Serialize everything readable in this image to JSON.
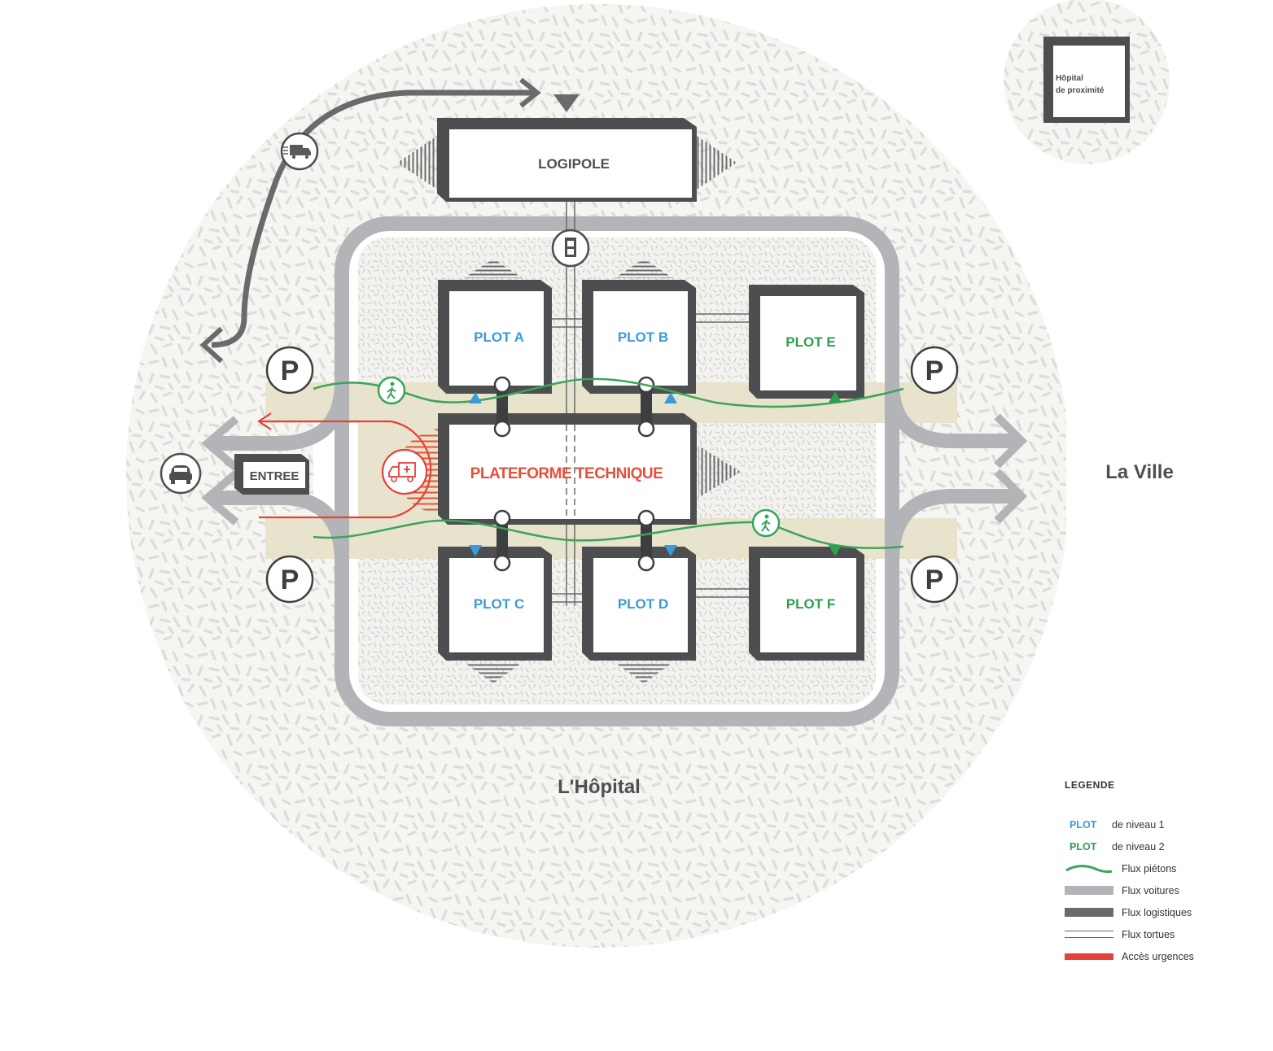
{
  "colors": {
    "level1_blue": "#3a9bd8",
    "level2_green": "#2e9e4f",
    "technical_red": "#e5503a",
    "emergency_red": "#e5403a",
    "car_flow_gray": "#b3b4b7",
    "logistics_dark": "#6a6a6c",
    "building_frame": "#4d4e50",
    "pedestrian_zone": "#e8e3cc",
    "pedestrian_flow": "#3aa55a"
  },
  "buildings": {
    "logipole": "LOGIPOLE",
    "plateforme": "PLATEFORME TECHNIQUE",
    "entree": "ENTREE",
    "hopital_proximite_line1": "Hôpital",
    "hopital_proximite_line2": "de proximité",
    "plots": [
      {
        "id": "A",
        "label": "PLOT A",
        "level": 1
      },
      {
        "id": "B",
        "label": "PLOT B",
        "level": 1
      },
      {
        "id": "C",
        "label": "PLOT C",
        "level": 1
      },
      {
        "id": "D",
        "label": "PLOT D",
        "level": 1
      },
      {
        "id": "E",
        "label": "PLOT E",
        "level": 2
      },
      {
        "id": "F",
        "label": "PLOT F",
        "level": 2
      }
    ]
  },
  "labels": {
    "la_ville": "La Ville",
    "hopital": "L'Hôpital",
    "parking": "P"
  },
  "icons": [
    "truck-icon",
    "car-icon",
    "ambulance-icon",
    "pedestrian-icon",
    "tortue-robot-icon",
    "parking-icon"
  ],
  "legend": {
    "title": "LEGENDE",
    "items": [
      {
        "type": "plot",
        "plot_label": "PLOT",
        "color": "#3a9bd8",
        "text": "de niveau 1"
      },
      {
        "type": "plot",
        "plot_label": "PLOT",
        "color": "#2e9e4f",
        "text": "de niveau 2"
      },
      {
        "type": "wave",
        "text": "Flux piétons"
      },
      {
        "type": "cars",
        "text": "Flux voitures"
      },
      {
        "type": "logi",
        "text": "Flux logistiques"
      },
      {
        "type": "tort",
        "text": "Flux tortues"
      },
      {
        "type": "urg",
        "text": "Accès urgences"
      }
    ]
  }
}
